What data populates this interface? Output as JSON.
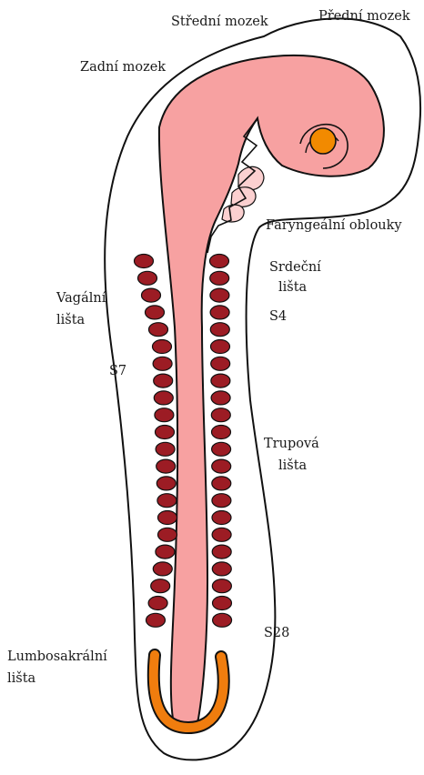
{
  "labels": {
    "midbrain": "Střední mozek",
    "forebrain": "Přední mozek",
    "hindbrain": "Zadní mozek",
    "pharyngeal_arches": "Faryngeální oblouky",
    "cardiac_1": "Srdeční",
    "cardiac_2": "lišta",
    "s4": "S4",
    "vagal_1": "Vagální",
    "vagal_2": "lišta",
    "s7": "S7",
    "trunk_1": "Trupová",
    "trunk_2": "lišta",
    "s28": "S28",
    "lumbosacral_1": "Lumbosakrální",
    "lumbosacral_2": "lišta"
  },
  "colors": {
    "neural_tube": "#f7a1a1",
    "somite": "#9c1c24",
    "lumbosacral_crest": "#f07d0e",
    "eye": "#f28a00",
    "outline": "#111111"
  },
  "somites": {
    "left_count": 22,
    "right_count": 22
  }
}
